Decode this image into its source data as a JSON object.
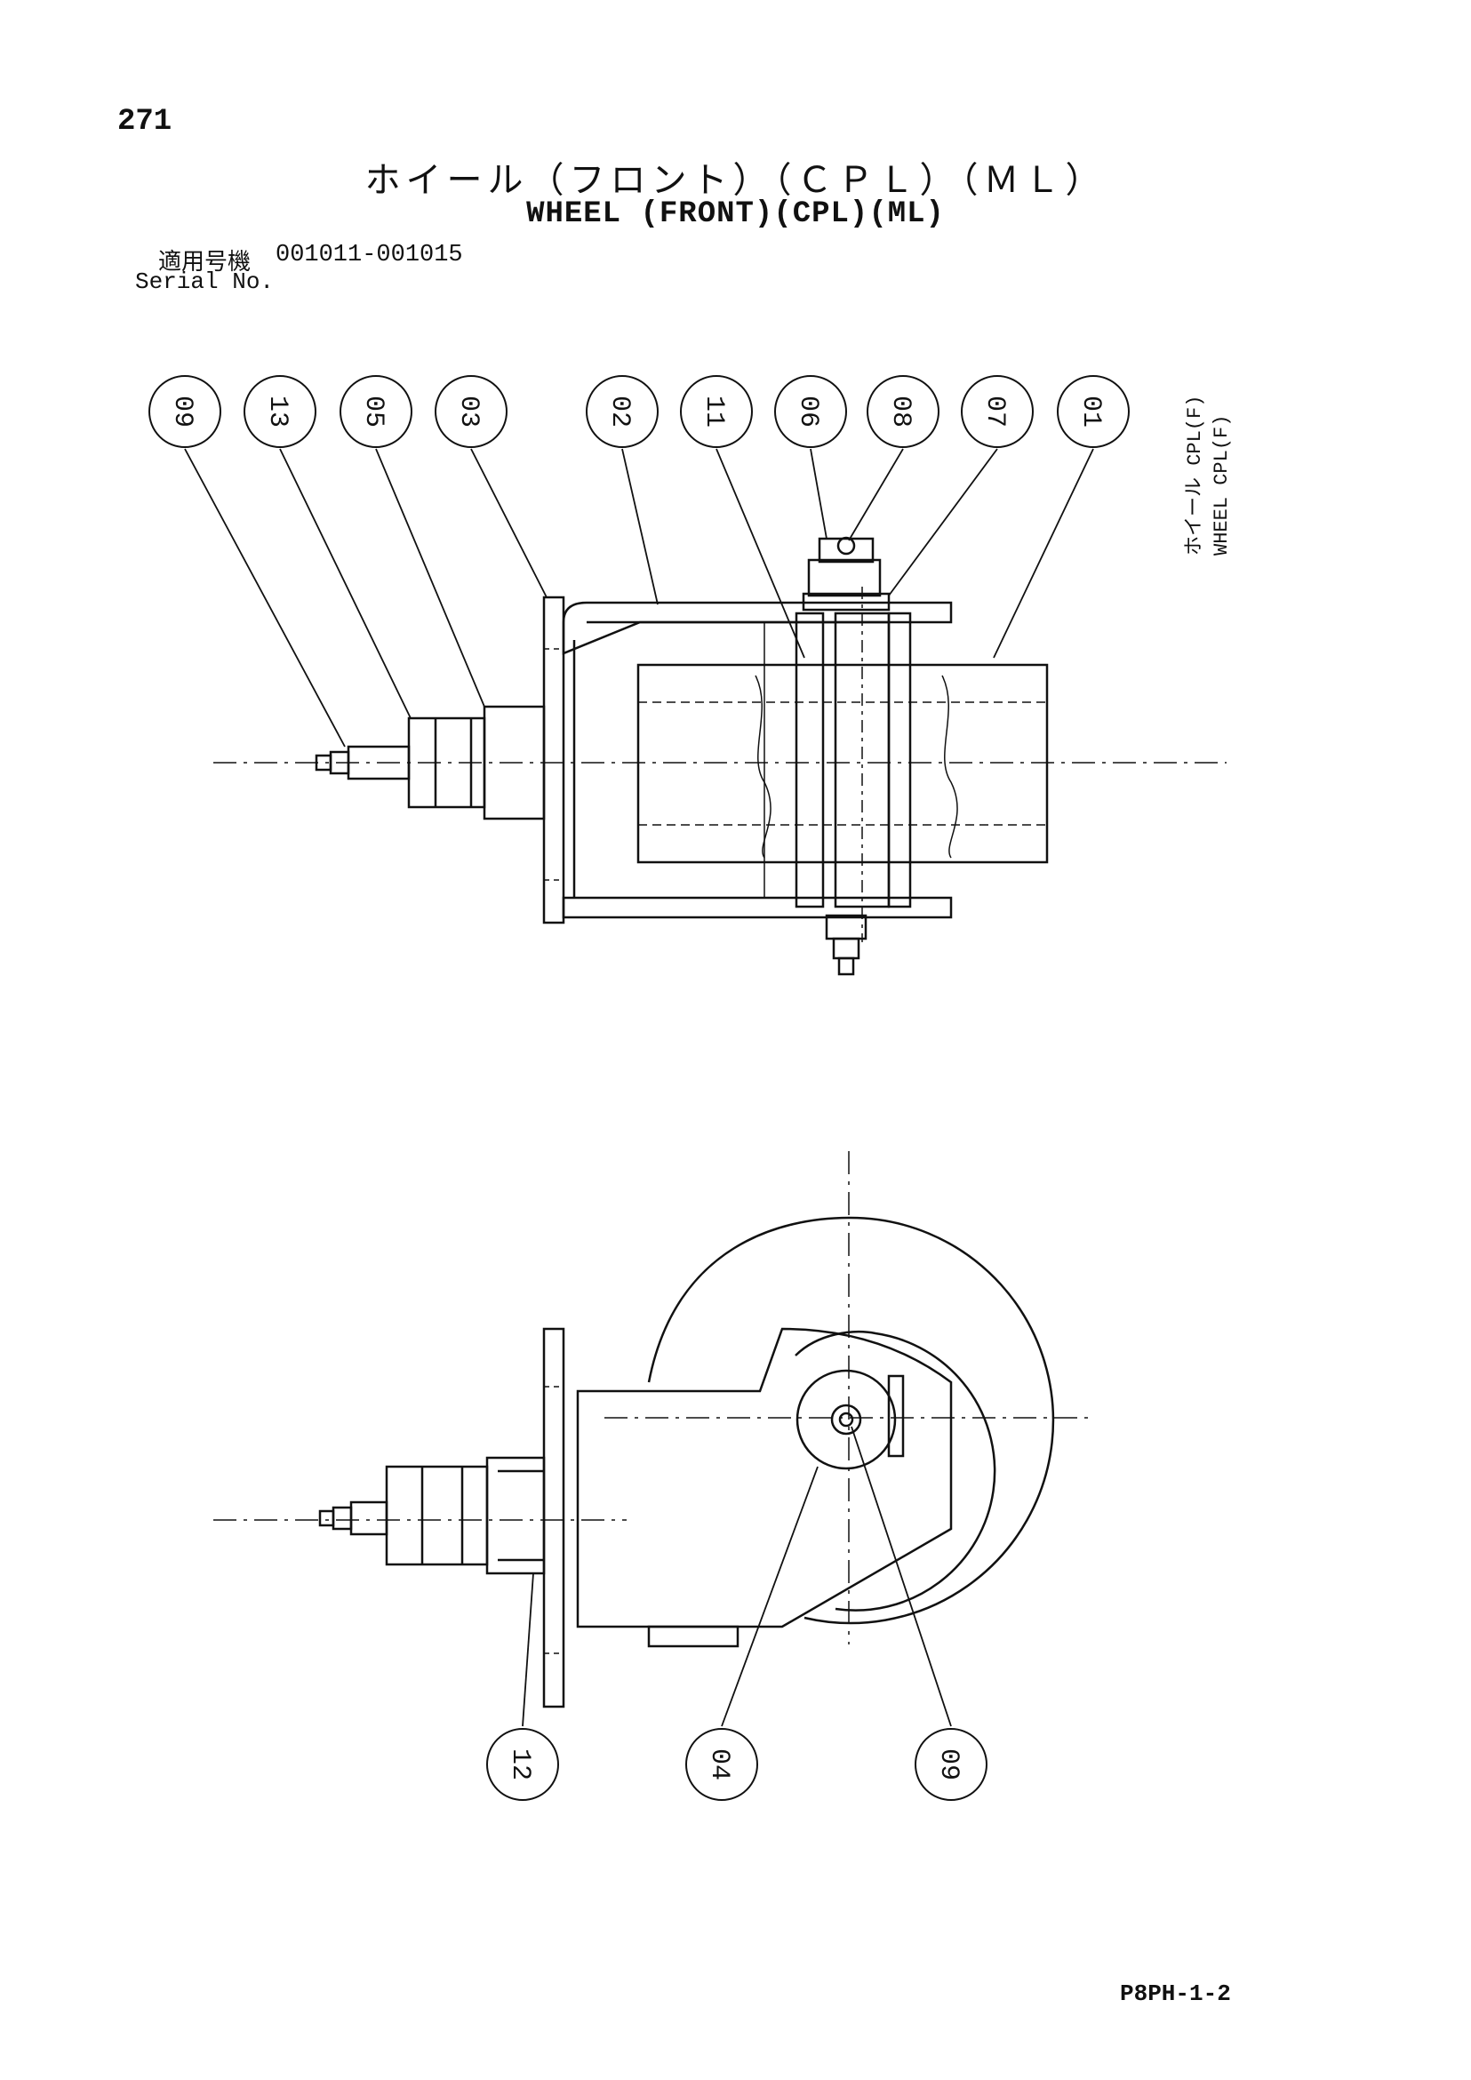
{
  "page_number": "271",
  "title_jp": "ホイール（フロント）（ＣＰＬ）（ＭＬ）",
  "title_en": "WHEEL (FRONT)(CPL)(ML)",
  "serial": {
    "label_jp": "適用号機",
    "range": "001011-001015",
    "label_en": "Serial No."
  },
  "side_label": {
    "line1": "ホイール CPL(F)",
    "line2": "WHEEL  CPL(F)"
  },
  "top_view_callouts": [
    "09",
    "13",
    "05",
    "03",
    "02",
    "11",
    "06",
    "08",
    "07",
    "01"
  ],
  "bottom_view_callouts": [
    "12",
    "04",
    "09"
  ],
  "doc_code": "P8PH-1-2"
}
